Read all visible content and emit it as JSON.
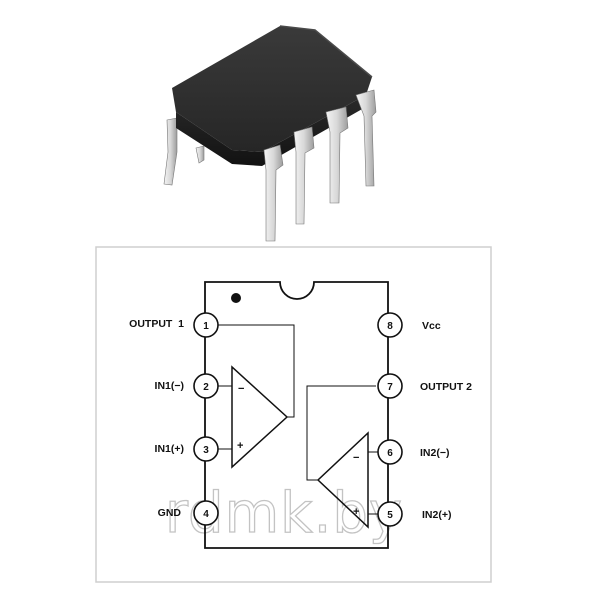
{
  "pins_left": [
    {
      "num": "1",
      "label": "OUTPUT  1"
    },
    {
      "num": "2",
      "label": "IN1(−)"
    },
    {
      "num": "3",
      "label": "IN1(+)"
    },
    {
      "num": "4",
      "label": "GND"
    }
  ],
  "pins_right": [
    {
      "num": "8",
      "label": "Vcc"
    },
    {
      "num": "7",
      "label": "OUTPUT 2"
    },
    {
      "num": "6",
      "label": "IN2(−)"
    },
    {
      "num": "5",
      "label": "IN2(+)"
    }
  ],
  "signs": {
    "minus": "−",
    "plus": "+"
  },
  "watermark": "rdmk.by"
}
